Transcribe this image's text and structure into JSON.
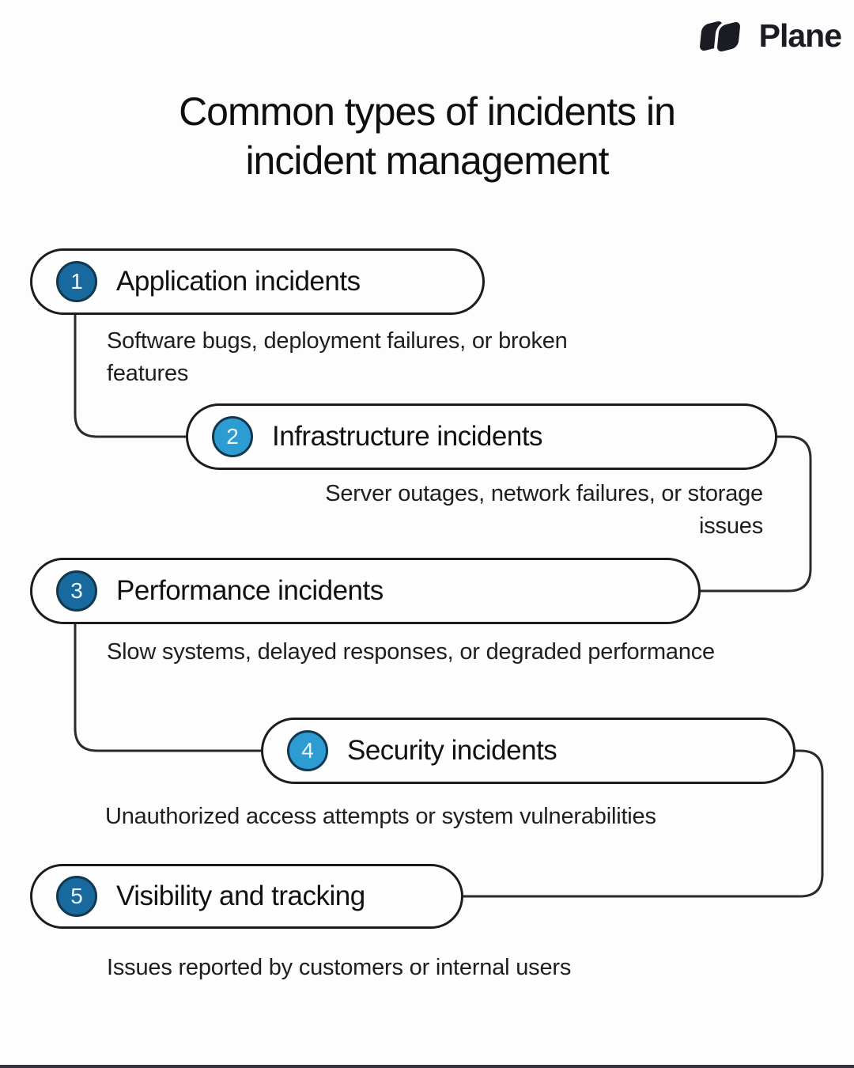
{
  "brand": {
    "name": "Plane"
  },
  "title": {
    "line1": "Common types of incidents in",
    "line2": "incident management"
  },
  "colors": {
    "brand_dark": "#1b1b24",
    "circle_dark_blue": "#17699e",
    "circle_light_blue": "#2d9cd3",
    "circle_border": "#12384f",
    "pill_border": "#1c1c1c",
    "connector": "#2b2b2b",
    "background": "#fdfdfd"
  },
  "items": [
    {
      "number": "1",
      "label": "Application incidents",
      "description": "Software bugs, deployment failures, or broken features",
      "circle_color": "#17699e"
    },
    {
      "number": "2",
      "label": "Infrastructure incidents",
      "description": "Server outages, network failures, or storage issues",
      "circle_color": "#2d9cd3"
    },
    {
      "number": "3",
      "label": "Performance incidents",
      "description": "Slow systems, delayed responses, or degraded performance",
      "circle_color": "#17699e"
    },
    {
      "number": "4",
      "label": "Security incidents",
      "description": "Unauthorized access attempts or system vulnerabilities",
      "circle_color": "#2d9cd3"
    },
    {
      "number": "5",
      "label": "Visibility and tracking",
      "description": "Issues reported by customers or internal users",
      "circle_color": "#17699e"
    }
  ]
}
